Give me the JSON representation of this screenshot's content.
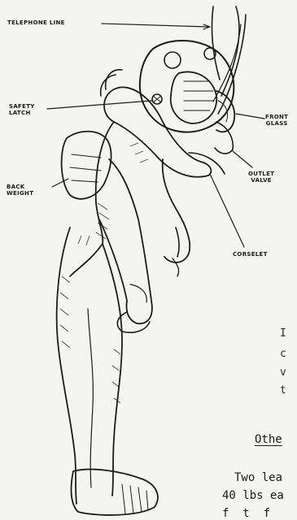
{
  "labels": {
    "telephone_line": "TELEPHONE LINE",
    "safety_latch": [
      "SAFETY",
      "LATCH"
    ],
    "back_weight": [
      "BACK",
      "WEIGHT"
    ],
    "front_glass": [
      "FRONT",
      "GLASS"
    ],
    "outlet_valve": [
      "OUTLET",
      "VALVE"
    ],
    "corselet": "CORSELET"
  },
  "cropped_text": {
    "frag1": "I",
    "frag2": "c",
    "frag3": "v",
    "frag4": "t",
    "heading": "Othe",
    "line1": "Two lea",
    "line2": "40 lbs ea",
    "line3": "f  t  f"
  }
}
